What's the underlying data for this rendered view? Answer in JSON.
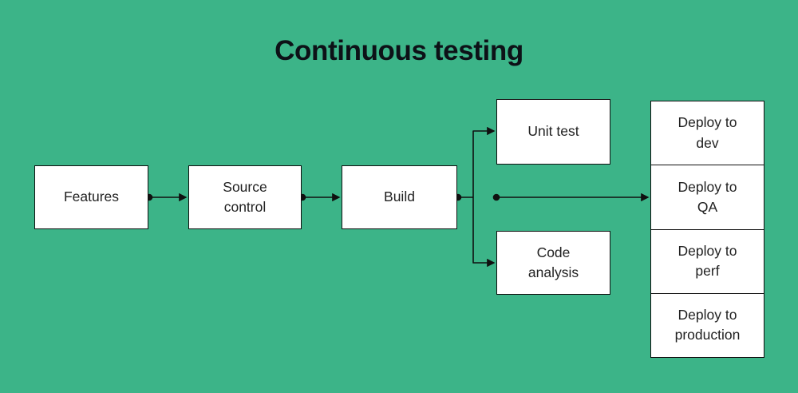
{
  "title": "Continuous testing",
  "colors": {
    "background": "#3cb488",
    "node_fill": "#ffffff",
    "node_border": "#101010",
    "connector": "#101010",
    "text": "#212121",
    "title_text": "#0d1117"
  },
  "nodes": {
    "features": {
      "label": "Features"
    },
    "source_control": {
      "label": "Source\ncontrol"
    },
    "build": {
      "label": "Build"
    },
    "unit_test": {
      "label": "Unit test"
    },
    "code_analysis": {
      "label": "Code\nanalysis"
    },
    "deploy_dev": {
      "label": "Deploy to\ndev"
    },
    "deploy_qa": {
      "label": "Deploy to\nQA"
    },
    "deploy_perf": {
      "label": "Deploy to\nperf"
    },
    "deploy_production": {
      "label": "Deploy to\nproduction"
    }
  },
  "edges": [
    {
      "from": "features",
      "to": "source_control"
    },
    {
      "from": "source_control",
      "to": "build"
    },
    {
      "from": "build",
      "to": "unit_test"
    },
    {
      "from": "build",
      "to": "code_analysis"
    },
    {
      "from": "build",
      "to": "deploy_qa"
    }
  ]
}
